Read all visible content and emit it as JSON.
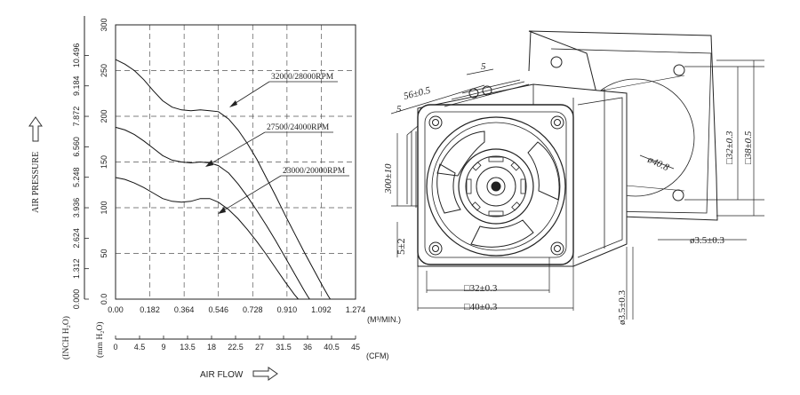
{
  "chart_data": {
    "type": "line",
    "ylabel": "AIR PRESSURE",
    "xlabel": "AIR FLOW",
    "y_units": [
      "(mm H₂O)",
      "(INCH H₂O)"
    ],
    "y_mm_ticks": [
      "0.0",
      "50",
      "100",
      "150",
      "200",
      "250",
      "300"
    ],
    "y_inch_ticks": [
      "0.000",
      "1.312",
      "2.624",
      "3.936",
      "5.248",
      "6.560",
      "7.872",
      "9.184",
      "10.496"
    ],
    "x_m3_ticks": [
      "0.00",
      "0.182",
      "0.364",
      "0.546",
      "0.728",
      "0.910",
      "1.092",
      "1.274"
    ],
    "x_m3_unit": "(M³/MIN.)",
    "x_cfm_ticks": [
      "0",
      "4.5",
      "9",
      "13.5",
      "18",
      "22.5",
      "27",
      "31.5",
      "36",
      "40.5",
      "45"
    ],
    "x_cfm_unit": "(CFM)",
    "xlim": [
      0,
      1.274
    ],
    "ylim": [
      0,
      300
    ],
    "grid": true,
    "series": [
      {
        "name": "32000/28000RPM",
        "points": [
          [
            0.0,
            262
          ],
          [
            0.05,
            257
          ],
          [
            0.1,
            250
          ],
          [
            0.15,
            240
          ],
          [
            0.2,
            228
          ],
          [
            0.25,
            217
          ],
          [
            0.3,
            210
          ],
          [
            0.35,
            207
          ],
          [
            0.4,
            206
          ],
          [
            0.45,
            207
          ],
          [
            0.5,
            206
          ],
          [
            0.546,
            205
          ],
          [
            0.6,
            197
          ],
          [
            0.65,
            185
          ],
          [
            0.7,
            170
          ],
          [
            0.75,
            153
          ],
          [
            0.8,
            133
          ],
          [
            0.85,
            113
          ],
          [
            0.9,
            92
          ],
          [
            0.95,
            72
          ],
          [
            1.0,
            52
          ],
          [
            1.05,
            33
          ],
          [
            1.1,
            14
          ],
          [
            1.13,
            3
          ],
          [
            1.14,
            0
          ]
        ]
      },
      {
        "name": "27500/24000RPM",
        "points": [
          [
            0.0,
            188
          ],
          [
            0.05,
            185
          ],
          [
            0.1,
            180
          ],
          [
            0.15,
            173
          ],
          [
            0.2,
            165
          ],
          [
            0.25,
            157
          ],
          [
            0.3,
            152
          ],
          [
            0.35,
            150
          ],
          [
            0.4,
            149
          ],
          [
            0.45,
            150
          ],
          [
            0.5,
            149
          ],
          [
            0.546,
            146
          ],
          [
            0.6,
            138
          ],
          [
            0.65,
            126
          ],
          [
            0.7,
            112
          ],
          [
            0.75,
            97
          ],
          [
            0.8,
            81
          ],
          [
            0.85,
            64
          ],
          [
            0.9,
            46
          ],
          [
            0.95,
            28
          ],
          [
            1.0,
            10
          ],
          [
            1.02,
            3
          ],
          [
            1.03,
            0
          ]
        ]
      },
      {
        "name": "23000/20000RPM",
        "points": [
          [
            0.0,
            133
          ],
          [
            0.05,
            131
          ],
          [
            0.1,
            127
          ],
          [
            0.15,
            122
          ],
          [
            0.2,
            116
          ],
          [
            0.25,
            110
          ],
          [
            0.3,
            107
          ],
          [
            0.35,
            106
          ],
          [
            0.4,
            107
          ],
          [
            0.45,
            110
          ],
          [
            0.5,
            110
          ],
          [
            0.546,
            106
          ],
          [
            0.6,
            98
          ],
          [
            0.65,
            88
          ],
          [
            0.7,
            76
          ],
          [
            0.75,
            63
          ],
          [
            0.8,
            49
          ],
          [
            0.85,
            34
          ],
          [
            0.9,
            19
          ],
          [
            0.95,
            5
          ],
          [
            0.97,
            0
          ]
        ]
      }
    ],
    "annotations": [
      "32000/28000RPM",
      "27500/24000RPM",
      "23000/20000RPM"
    ]
  },
  "drawing": {
    "dims": {
      "d1": "56±0.5",
      "d2": "5",
      "d3": "5",
      "d4": "300±10",
      "d5": "5±2",
      "d6": "ø40.8",
      "d7": "□32±0.3",
      "d8": "□38±0.5",
      "d9": "ø3.5±0.3",
      "d10": "□32±0.3",
      "d11": "□40±0.3",
      "d12": "ø3.5±0.3"
    }
  }
}
